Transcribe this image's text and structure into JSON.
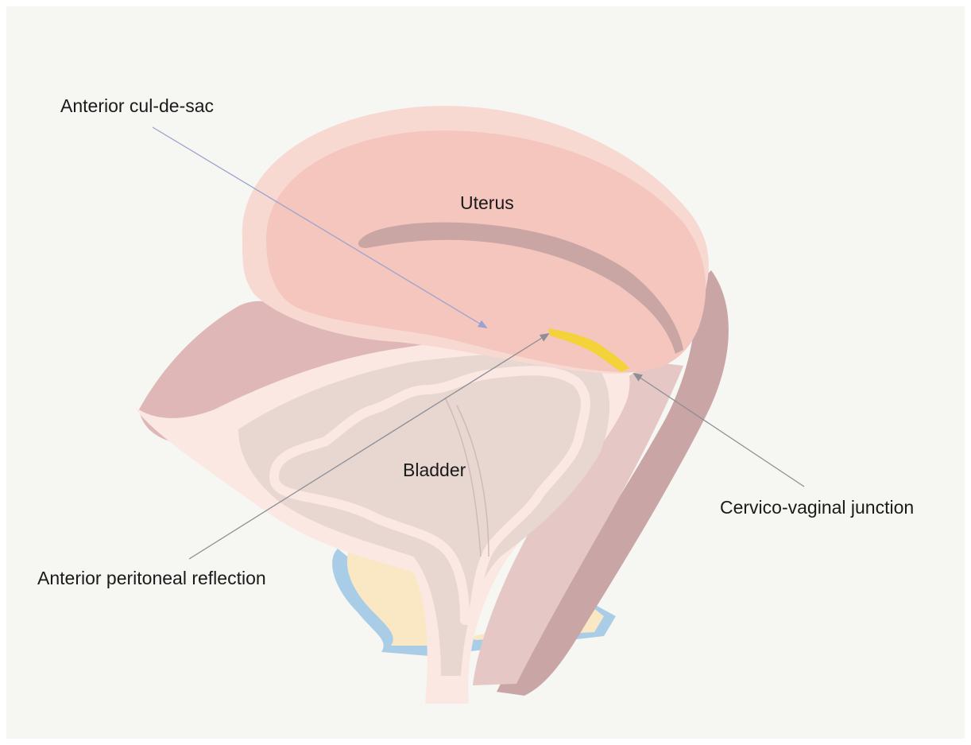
{
  "labels": {
    "anterior_cul_de_sac": "Anterior cul-de-sac",
    "uterus": "Uterus",
    "bladder": "Bladder",
    "cervico_vaginal_junction": "Cervico-vaginal junction",
    "anterior_peritoneal_reflection": "Anterior peritoneal reflection"
  },
  "colors": {
    "background": "#f6f6f2",
    "uterus": "#f4c6be",
    "uterus_outer": "#f7d9d2",
    "uterine_cavity": "#c9a6a4",
    "posterior_wall": "#c9a5a6",
    "vaginal_wall": "#e5c7c6",
    "bladder_wall": "#fbe8e2",
    "bladder_lumen": "#e8d6d1",
    "anterior_tissue": "#dfb7b6",
    "junction": "#f3d23a",
    "fat": "#fae8c4",
    "fascia": "#a9cde6",
    "pointer_blue": "#9aa3cf",
    "pointer_gray": "#8d8f95"
  }
}
